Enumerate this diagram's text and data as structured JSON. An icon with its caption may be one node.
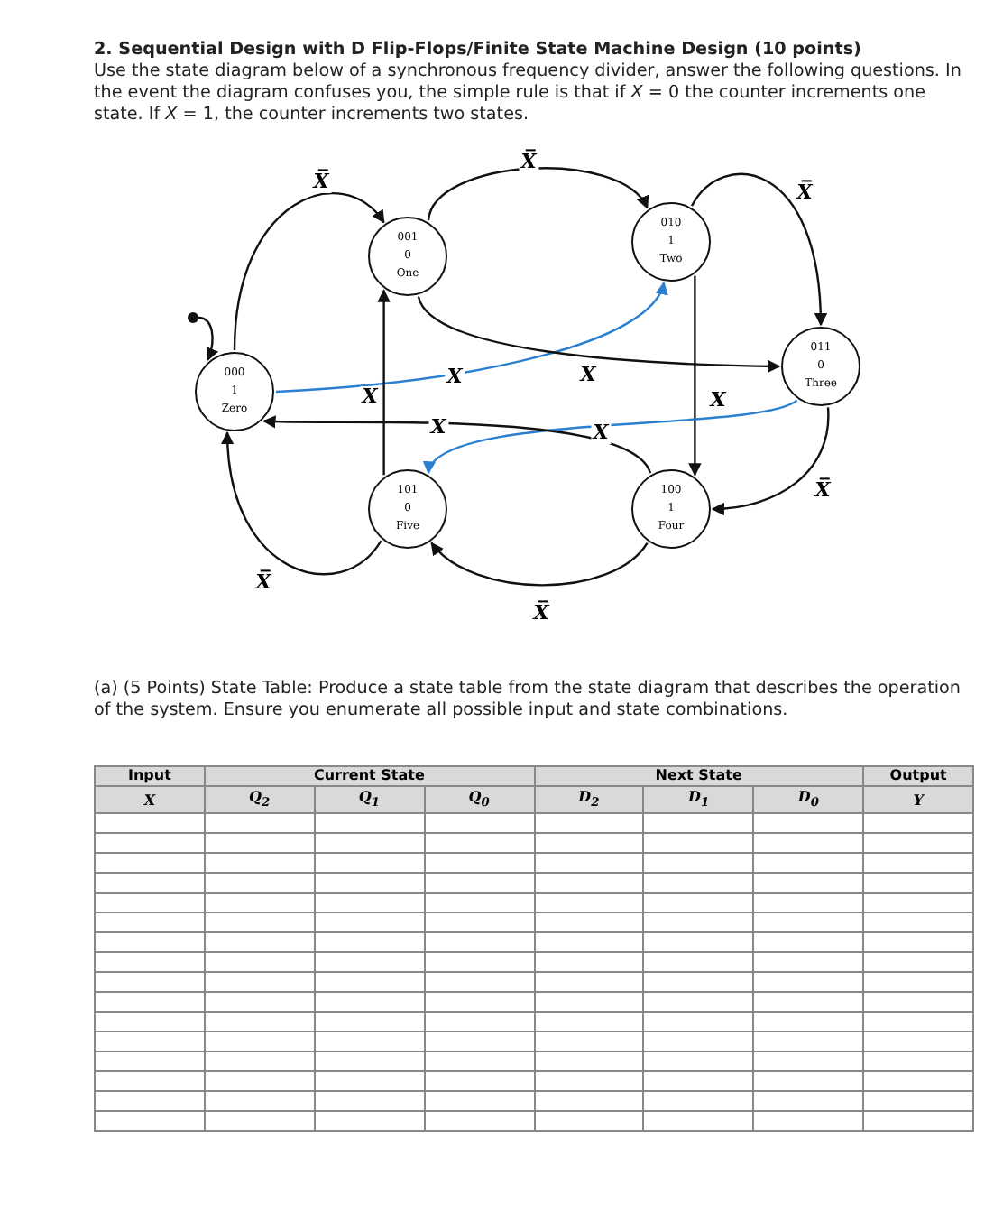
{
  "diagram": {
    "title": "2. Sequential Design with D Flip-Flops/Finite State Machine Design (10 points)",
    "nodes": [
      {
        "text": [
          "000",
          "1",
          "Zero"
        ]
      },
      {
        "text": [
          "001",
          "0",
          "One"
        ]
      },
      {
        "text": [
          "010",
          "1",
          "Two"
        ]
      },
      {
        "text": [
          "011",
          "0",
          "Three"
        ]
      },
      {
        "text": [
          "100",
          "1",
          "Four"
        ]
      },
      {
        "text": [
          "101",
          "0",
          "Five"
        ]
      },
      {
        "text": [],
        "shape": "circle"
      }
    ],
    "edges": [
      {
        "from": 6,
        "to": 0,
        "arrow": "to"
      },
      {
        "from": 0,
        "to": 1,
        "arrow": "to",
        "label": "X̅"
      },
      {
        "from": 1,
        "to": 2,
        "arrow": "to",
        "label": "X̅"
      },
      {
        "from": 2,
        "to": 3,
        "arrow": "to",
        "label": "X̅"
      },
      {
        "from": 3,
        "to": 4,
        "arrow": "to",
        "label": "X̅"
      },
      {
        "from": 4,
        "to": 5,
        "arrow": "to",
        "label": "X̅"
      },
      {
        "from": 5,
        "to": 0,
        "arrow": "to",
        "label": "X̅"
      },
      {
        "from": 0,
        "to": 2,
        "arrow": "to",
        "label": "X",
        "color": "#2b7fd0"
      },
      {
        "from": 1,
        "to": 3,
        "arrow": "to",
        "label": "X"
      },
      {
        "from": 2,
        "to": 4,
        "arrow": "to",
        "label": "X"
      },
      {
        "from": 3,
        "to": 5,
        "arrow": "to",
        "label": "X",
        "color": "#2b7fd0"
      },
      {
        "from": 4,
        "to": 0,
        "arrow": "to",
        "label": "X"
      },
      {
        "from": 5,
        "to": 1,
        "arrow": "to",
        "label": "X"
      }
    ],
    "labels": [
      "Use the state diagram below of a synchronous frequency divider, answer the following questions. In the event the diagram confuses you, the simple rule is that if *X* = 0 the counter increments one state. If *X* = 1, the counter increments two states.",
      "(a) (5 Points) State Table: Produce a state table from the state diagram that describes the operation of the system. Ensure you enumerate all possible input and state combinations.",
      "Input",
      "Current State",
      "Next State",
      "Output",
      "X",
      "Q$_{2}$",
      "Q$_{1}$",
      "Q$_{0}$",
      "D$_{2}$",
      "D$_{1}$",
      "D$_{0}$",
      "Y"
    ]
  }
}
